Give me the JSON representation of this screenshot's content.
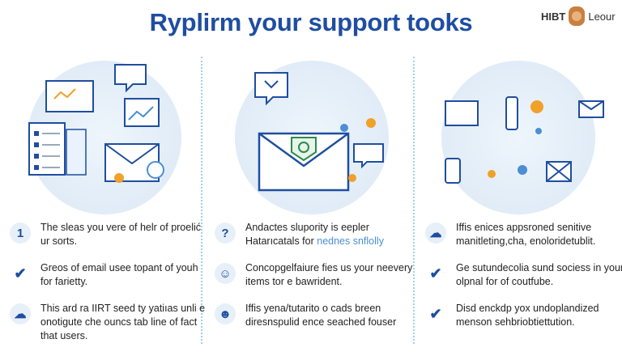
{
  "header": {
    "title": "Ryplirm your support tooks",
    "brand_left": "HIBT",
    "brand_right": "Leour"
  },
  "columns": [
    {
      "items": [
        {
          "icon": "number-one-icon",
          "glyph": "1",
          "text": "The sleas you vere of helr of proelić ur sorts."
        },
        {
          "icon": "check-icon",
          "glyph": "✔",
          "text": "Greos of email usee topant of youh for farietty."
        },
        {
          "icon": "chat-icon",
          "glyph": "☁",
          "text": "This ard ra IIRT seed ty yatiıas unli e onotigute che ouncs tab line of fact that users."
        }
      ]
    },
    {
      "items": [
        {
          "icon": "question-icon",
          "glyph": "?",
          "text": "Andactes slupority is eepler Hatarıcatals for",
          "link": "nednes snflolly"
        },
        {
          "icon": "users-icon",
          "glyph": "☺",
          "text": "Concopgelfaiure fies us your neevery items tor e bawrident."
        },
        {
          "icon": "support-icon",
          "glyph": "☻",
          "text": "Iffis yena/tutarito o cads breen diresnspulid ence seached fouser"
        }
      ]
    },
    {
      "items": [
        {
          "icon": "cloud-icon",
          "glyph": "☁",
          "text": "Iffis enices appsroned senitive manitleting,cha, enoloridetublit."
        },
        {
          "icon": "check-icon",
          "glyph": "✔",
          "text": "Ge sutundecolia sund sociess in your olpnal for of coutfube."
        },
        {
          "icon": "check-icon",
          "glyph": "✔",
          "text": "Disd enckdp yox undoplandized menson sehbriobtiettution."
        }
      ]
    }
  ],
  "colors": {
    "accent": "#1f4ea0",
    "light": "#4a8fd6",
    "orange": "#f0a12a"
  }
}
